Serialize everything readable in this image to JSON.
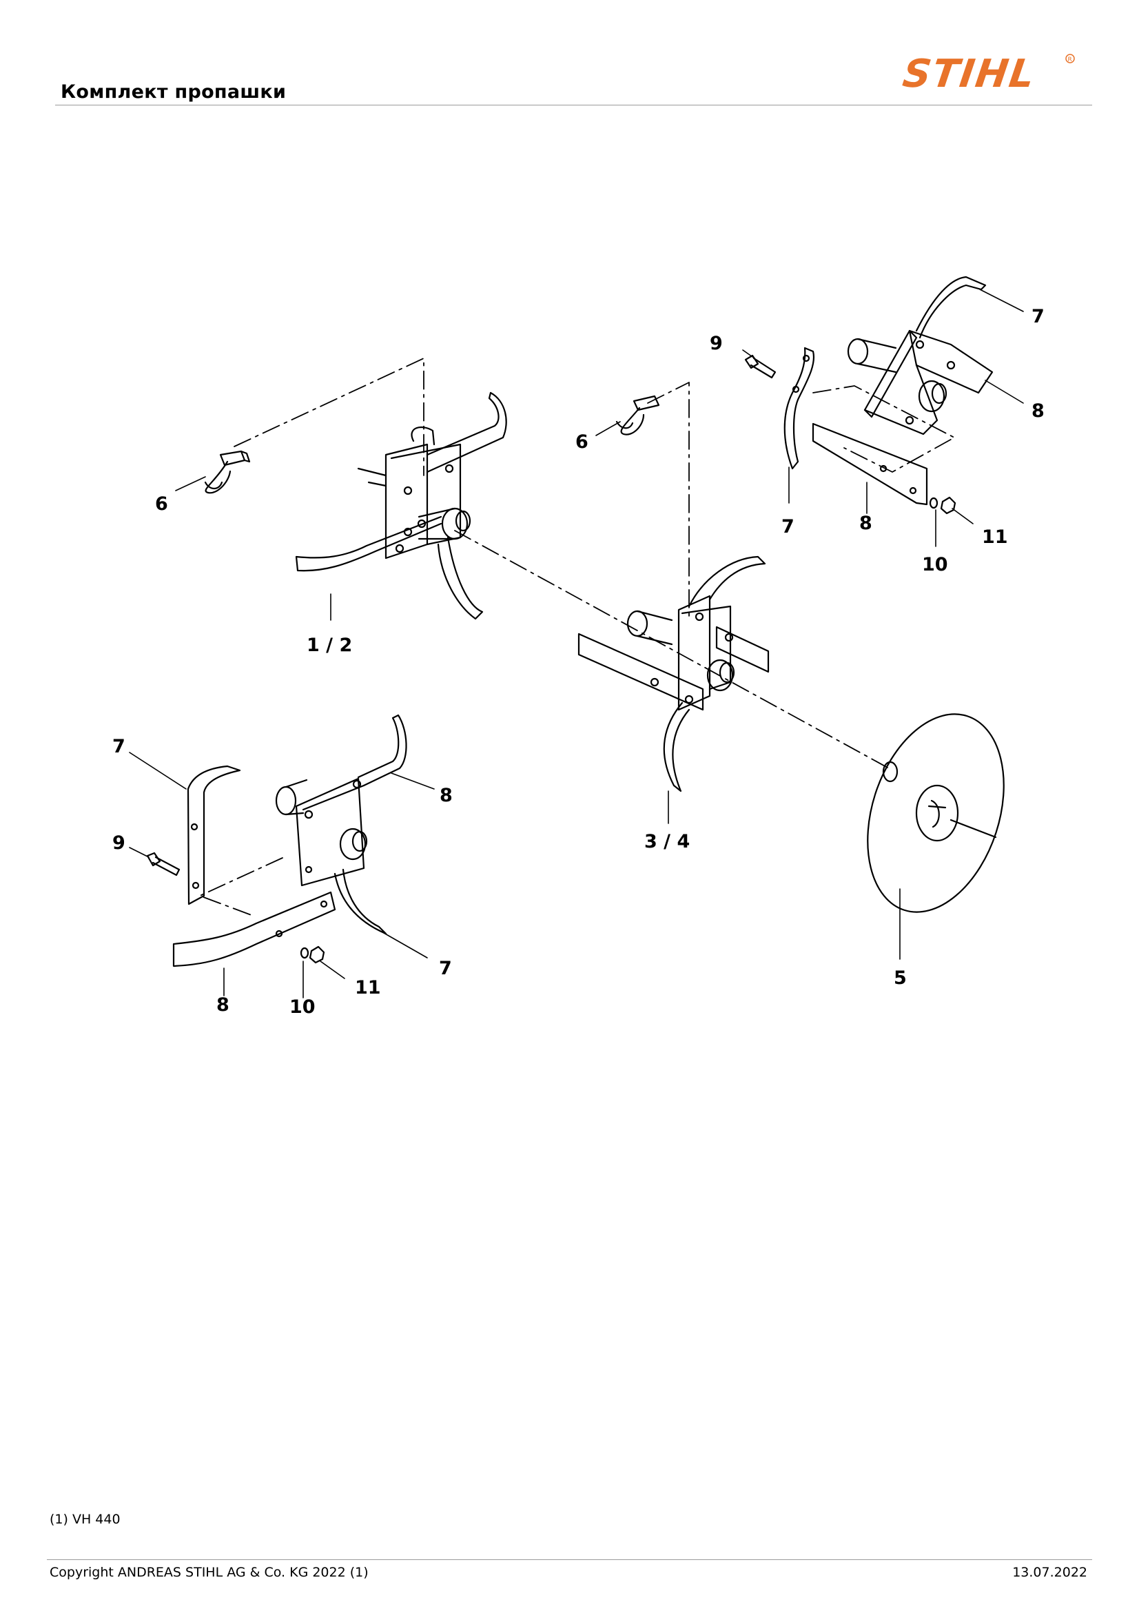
{
  "header": {
    "title": "Комплект пропашки",
    "logo": {
      "text": "STIHL",
      "registered": "®",
      "color": "#e8732a"
    }
  },
  "diagram": {
    "labels": {
      "l_1_2": "1 / 2",
      "l_3_4": "3 / 4",
      "l_5": "5",
      "l_6a": "6",
      "l_6b": "6",
      "l_7a": "7",
      "l_7b": "7",
      "l_7c": "7",
      "l_7d": "7",
      "l_8a": "8",
      "l_8b": "8",
      "l_8c": "8",
      "l_8d": "8",
      "l_9a": "9",
      "l_9b": "9",
      "l_10a": "10",
      "l_10b": "10",
      "l_11a": "11",
      "l_11b": "11"
    }
  },
  "footer": {
    "footnote": "(1) VH 440",
    "copyright": "Copyright ANDREAS STIHL AG & Co. KG 2022 (1)",
    "date": "13.07.2022"
  }
}
